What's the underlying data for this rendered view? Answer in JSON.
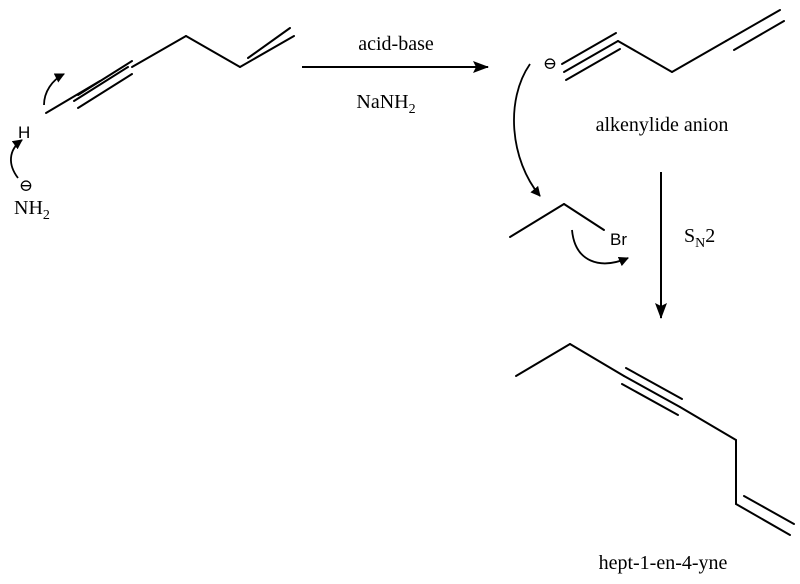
{
  "reagents": {
    "top_label": "acid-base",
    "bottom_main": "NaNH",
    "bottom_sub": "2"
  },
  "base": {
    "charge": "⊖",
    "main": "NH",
    "sub": "2"
  },
  "atoms": {
    "hydrogen": "H",
    "bromine": "Br",
    "anion_charge": "⊖"
  },
  "intermediate_label": "alkenylide anion",
  "mechanism": {
    "s": "S",
    "sub": "N",
    "suffix": "2"
  },
  "product_label": "hept-1-en-4-yne"
}
